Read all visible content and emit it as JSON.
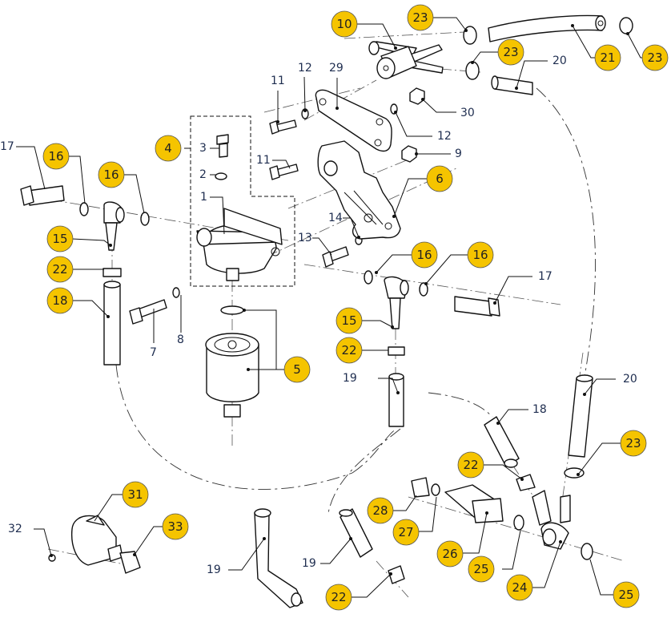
{
  "diagram": {
    "title": "Fuel filter and fuel pump assembly exploded view",
    "colors": {
      "callout_fill": "#f5c400",
      "line": "#111111",
      "plain_label": "#1e2d4f"
    },
    "callouts_highlighted": [
      {
        "id": "c10",
        "label": "10"
      },
      {
        "id": "c23a",
        "label": "23"
      },
      {
        "id": "c23b",
        "label": "23"
      },
      {
        "id": "c21",
        "label": "21"
      },
      {
        "id": "c23c",
        "label": "23"
      },
      {
        "id": "c4",
        "label": "4"
      },
      {
        "id": "c16a",
        "label": "16"
      },
      {
        "id": "c16b",
        "label": "16"
      },
      {
        "id": "c15a",
        "label": "15"
      },
      {
        "id": "c22a",
        "label": "22"
      },
      {
        "id": "c18a",
        "label": "18"
      },
      {
        "id": "c6",
        "label": "6"
      },
      {
        "id": "c16c",
        "label": "16"
      },
      {
        "id": "c16d",
        "label": "16"
      },
      {
        "id": "c15b",
        "label": "15"
      },
      {
        "id": "c22b",
        "label": "22"
      },
      {
        "id": "c5",
        "label": "5"
      },
      {
        "id": "c23d",
        "label": "23"
      },
      {
        "id": "c22c",
        "label": "22"
      },
      {
        "id": "c28",
        "label": "28"
      },
      {
        "id": "c27",
        "label": "27"
      },
      {
        "id": "c26",
        "label": "26"
      },
      {
        "id": "c25a",
        "label": "25"
      },
      {
        "id": "c24",
        "label": "24"
      },
      {
        "id": "c25b",
        "label": "25"
      },
      {
        "id": "c31",
        "label": "31"
      },
      {
        "id": "c33",
        "label": "33"
      },
      {
        "id": "c22d",
        "label": "22"
      }
    ],
    "labels_plain": [
      {
        "id": "p20a",
        "label": "20"
      },
      {
        "id": "p11a",
        "label": "11"
      },
      {
        "id": "p12a",
        "label": "12"
      },
      {
        "id": "p29",
        "label": "29"
      },
      {
        "id": "p30",
        "label": "30"
      },
      {
        "id": "p12b",
        "label": "12"
      },
      {
        "id": "p11b",
        "label": "11"
      },
      {
        "id": "p9",
        "label": "9"
      },
      {
        "id": "p17a",
        "label": "17"
      },
      {
        "id": "p3",
        "label": "3"
      },
      {
        "id": "p2",
        "label": "2"
      },
      {
        "id": "p1",
        "label": "1"
      },
      {
        "id": "p14",
        "label": "14"
      },
      {
        "id": "p13",
        "label": "13"
      },
      {
        "id": "p17b",
        "label": "17"
      },
      {
        "id": "p7",
        "label": "7"
      },
      {
        "id": "p8",
        "label": "8"
      },
      {
        "id": "p19a",
        "label": "19"
      },
      {
        "id": "p20b",
        "label": "20"
      },
      {
        "id": "p18b",
        "label": "18"
      },
      {
        "id": "p32",
        "label": "32"
      },
      {
        "id": "p19b",
        "label": "19"
      },
      {
        "id": "p19c",
        "label": "19"
      }
    ]
  }
}
